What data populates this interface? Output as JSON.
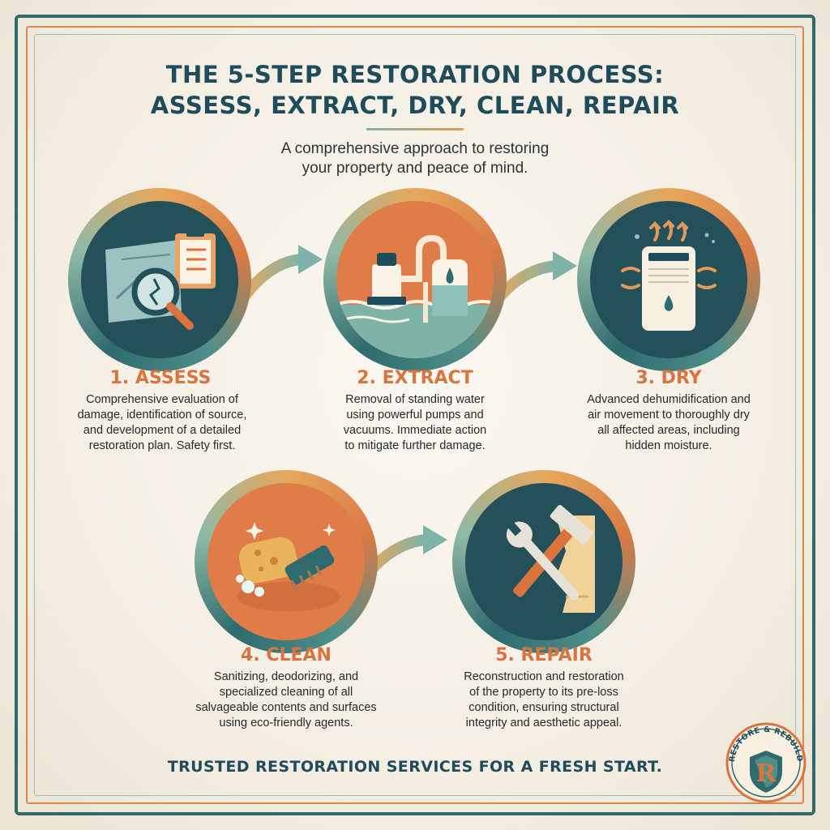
{
  "title": {
    "line1": "THE 5-STEP RESTORATION PROCESS:",
    "line2": "ASSESS, EXTRACT, DRY, CLEAN, REPAIR"
  },
  "subtitle": {
    "line1": "A comprehensive approach to restoring",
    "line2": "your property and peace of mind."
  },
  "steps": [
    {
      "title": "1. ASSESS",
      "icon": "magnifier-clipboard-blueprint-icon",
      "desc": [
        "Comprehensive evaluation of",
        "damage, identification of source,",
        "and development of a detailed",
        "restoration plan. Safety first."
      ]
    },
    {
      "title": "2. EXTRACT",
      "icon": "pump-water-tank-icon",
      "desc": [
        "Removal of standing water",
        "using powerful pumps and",
        "vacuums. Immediate action",
        "to mitigate further damage."
      ]
    },
    {
      "title": "3. DRY",
      "icon": "dehumidifier-airflow-icon",
      "desc": [
        "Advanced dehumidification and",
        "air movement to thoroughly dry",
        "all affected areas, including",
        "hidden moisture."
      ]
    },
    {
      "title": "4. CLEAN",
      "icon": "sponge-scrub-brush-icon",
      "desc": [
        "Sanitizing, deodorizing, and",
        "specialized cleaning of all",
        "salvageable contents and surfaces",
        "using eco-friendly agents."
      ]
    },
    {
      "title": "5. REPAIR",
      "icon": "hammer-wrench-wall-icon",
      "desc": [
        "Reconstruction and restoration",
        "of the property to its pre-loss",
        "condition, ensuring structural",
        "integrity and aesthetic appeal."
      ]
    }
  ],
  "footer": "TRUSTED RESTORATION SERVICES FOR A FRESH START.",
  "badge": {
    "text": "RESTORE & REBUILD",
    "letter": "R"
  },
  "colors": {
    "teal_dark": "#1f4c5a",
    "teal": "#2f6b6e",
    "sage": "#7fb3a8",
    "orange": "#d9743f",
    "gold": "#e6a85d",
    "cream": "#f4eee3"
  }
}
